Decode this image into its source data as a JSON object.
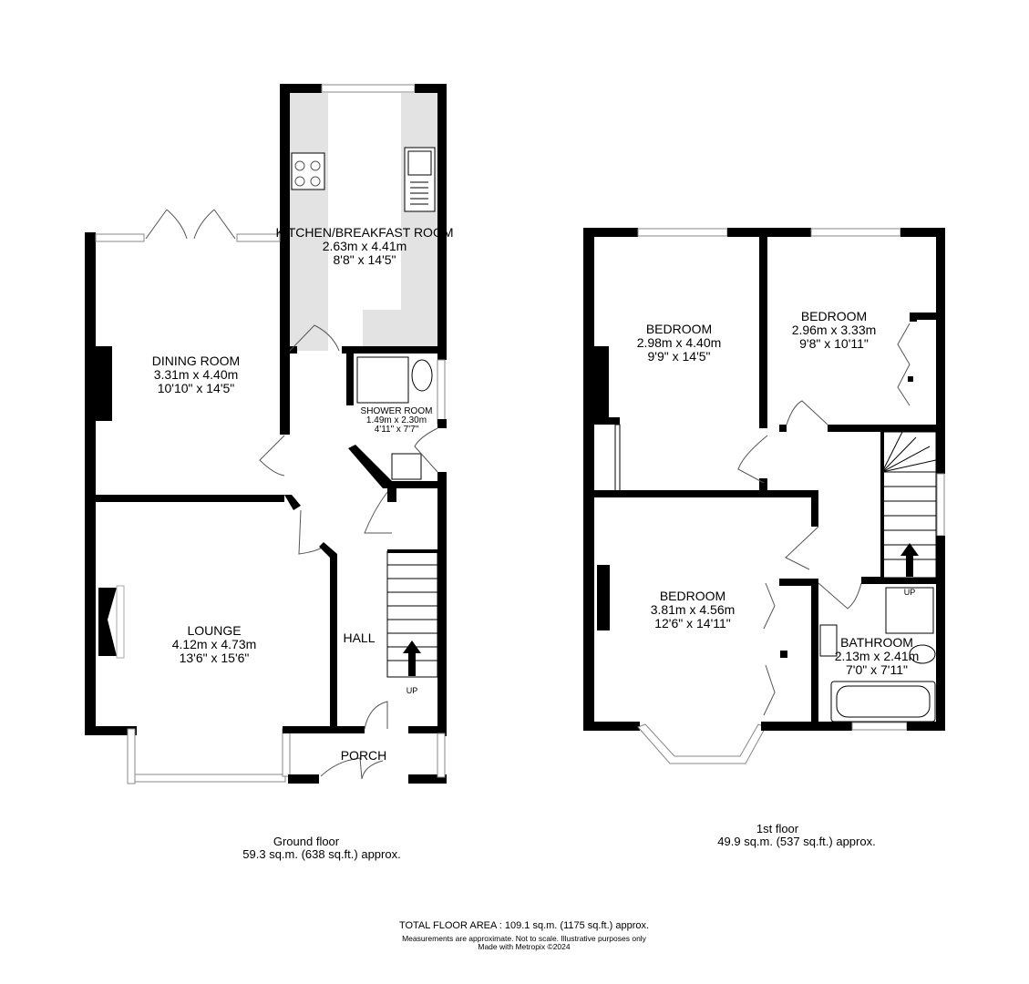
{
  "ground_floor": {
    "caption_title": "Ground floor",
    "caption_area": "59.3 sq.m. (638 sq.ft.) approx.",
    "rooms": [
      {
        "name": "KITCHEN/BREAKFAST ROOM",
        "metric": "2.63m  x 4.41m",
        "imperial": "8'8\"  x 14'5\""
      },
      {
        "name": "DINING ROOM",
        "metric": "3.31m  x 4.40m",
        "imperial": "10'10\"  x 14'5\""
      },
      {
        "name": "SHOWER ROOM",
        "metric": "1.49m  x 2.30m",
        "imperial": "4'11\"  x 7'7\""
      },
      {
        "name": "LOUNGE",
        "metric": "4.12m  x 4.73m",
        "imperial": "13'6\"  x 15'6\""
      },
      {
        "name": "HALL"
      },
      {
        "name": "PORCH"
      }
    ],
    "stairs_label": "UP"
  },
  "first_floor": {
    "caption_title": "1st floor",
    "caption_area": "49.9 sq.m. (537 sq.ft.) approx.",
    "rooms": [
      {
        "name": "BEDROOM",
        "metric": "2.98m  x 4.40m",
        "imperial": "9'9\"  x 14'5\""
      },
      {
        "name": "BEDROOM",
        "metric": "2.96m  x 3.33m",
        "imperial": "9'8\"  x 10'11\""
      },
      {
        "name": "BEDROOM",
        "metric": "3.81m  x 4.56m",
        "imperial": "12'6\"  x 14'11\""
      },
      {
        "name": "BATHROOM",
        "metric": "2.13m  x 2.41m",
        "imperial": "7'0\"  x 7'11\""
      }
    ],
    "stairs_label": "UP"
  },
  "footer": {
    "total": "TOTAL FLOOR AREA : 109.1 sq.m. (1175 sq.ft.) approx.",
    "disclaimer": "Measurements are approximate.  Not to scale.  Illustrative purposes only",
    "credit": "Made with Metropix ©2024"
  }
}
